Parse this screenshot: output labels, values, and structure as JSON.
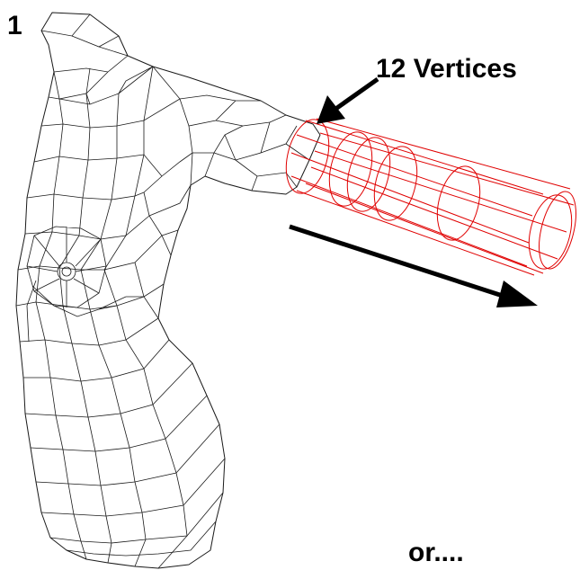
{
  "figure": {
    "step_number": "1",
    "vertex_label": "12 Vertices",
    "continuation_text": "or...."
  },
  "colors": {
    "background": "#ffffff",
    "mesh_wire": "#1a1a1a",
    "extruded_tube": "#e00000",
    "arrows": "#000000"
  }
}
